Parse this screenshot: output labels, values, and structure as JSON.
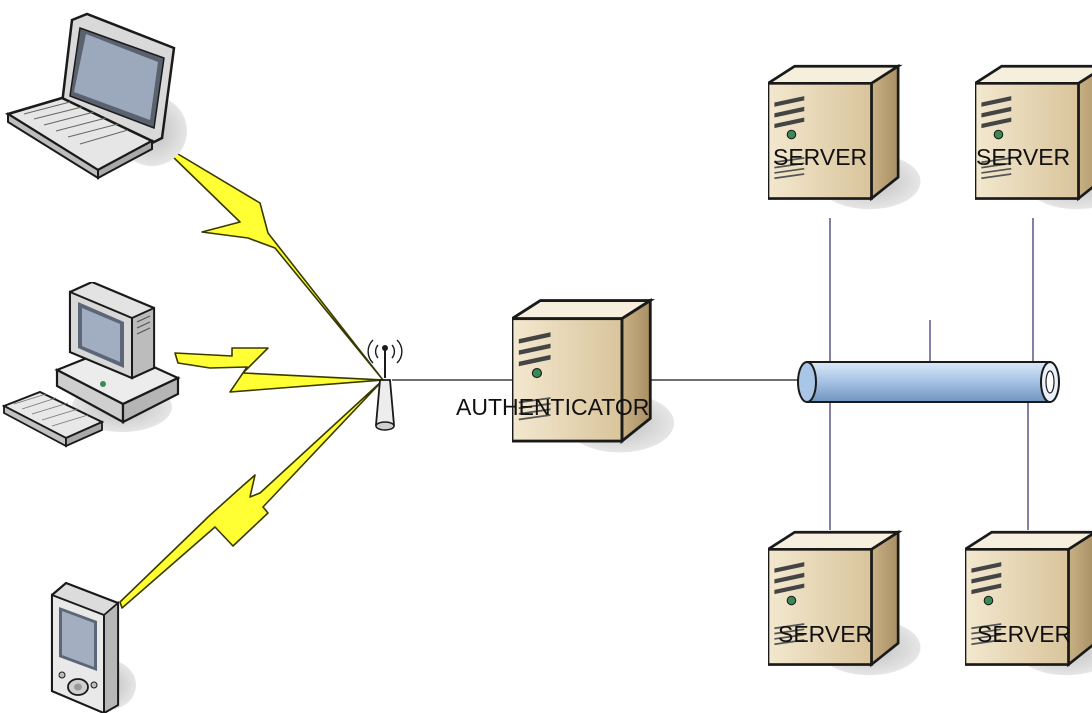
{
  "labels": {
    "authenticator": "AUTHENTICATOR",
    "server_top_left": "SERVER",
    "server_top_right": "SERVER",
    "server_bottom_left": "SERVER",
    "server_bottom_right": "SERVER"
  },
  "colors": {
    "lightning": "#ffff33",
    "lightning_stroke": "#3a3a00",
    "backbone": "#9cbde0",
    "server_body": "#e9d9b8",
    "line": "#2e2e6e"
  },
  "devices": [
    {
      "type": "laptop-icon"
    },
    {
      "type": "desktop-computer-icon"
    },
    {
      "type": "pda-icon"
    },
    {
      "type": "wireless-access-point-icon"
    }
  ]
}
